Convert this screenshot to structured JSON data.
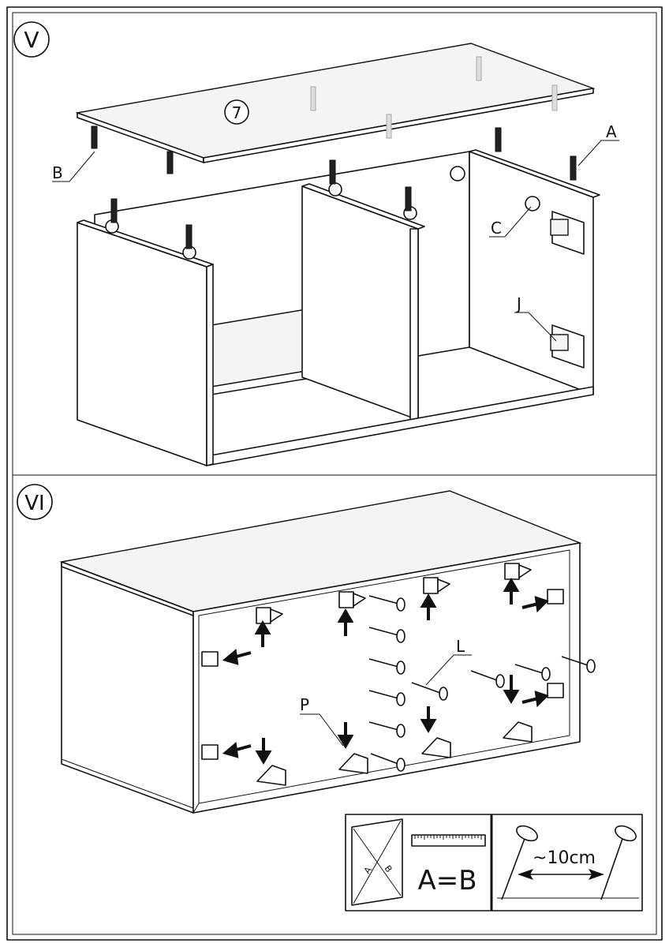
{
  "steps": {
    "step5": {
      "number": "V",
      "board_number": "7",
      "labels": {
        "dowel": "A",
        "cam_bolt": "B",
        "cam_lock": "C",
        "hinge_plate": "J"
      }
    },
    "step6": {
      "number": "VI",
      "labels": {
        "nail": "L",
        "clip": "P"
      }
    },
    "inset": {
      "diag_a": "A",
      "diag_b": "B",
      "equation": "A=B",
      "spacing": "~10cm"
    }
  }
}
